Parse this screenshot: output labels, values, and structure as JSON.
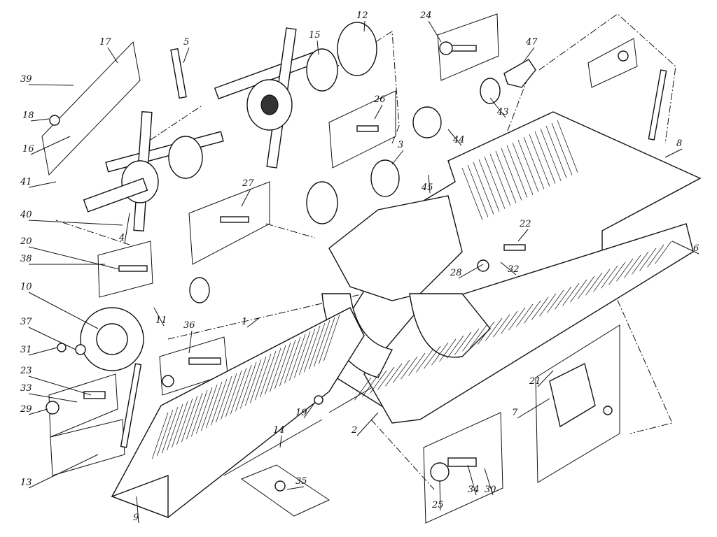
{
  "diagram": {
    "type": "exploded-assembly-drawing",
    "part_labels": [
      "12",
      "24",
      "47",
      "17",
      "5",
      "15",
      "39",
      "26",
      "18",
      "16",
      "3",
      "8",
      "44",
      "43",
      "45",
      "41",
      "27",
      "40",
      "4",
      "22",
      "6",
      "20",
      "38",
      "28",
      "32",
      "10",
      "11",
      "1",
      "37",
      "36",
      "31",
      "23",
      "21",
      "33",
      "29",
      "19",
      "7",
      "2",
      "14",
      "13",
      "35",
      "9",
      "25",
      "34",
      "30"
    ]
  }
}
